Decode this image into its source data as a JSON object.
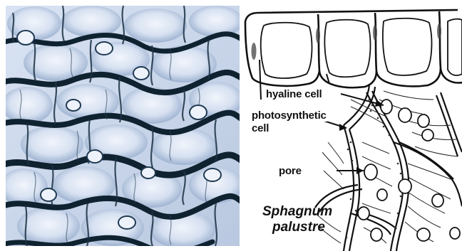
{
  "figure": {
    "micrograph": {
      "description_icon": "micrograph-image"
    },
    "drawing": {
      "labels": {
        "hyaline": "hyaline cell",
        "photosynthetic_line1": "photosynthetic",
        "photosynthetic_line2": "cell",
        "pore": "pore"
      },
      "species_line1": "Sphagnum",
      "species_line2": "palustre"
    }
  }
}
